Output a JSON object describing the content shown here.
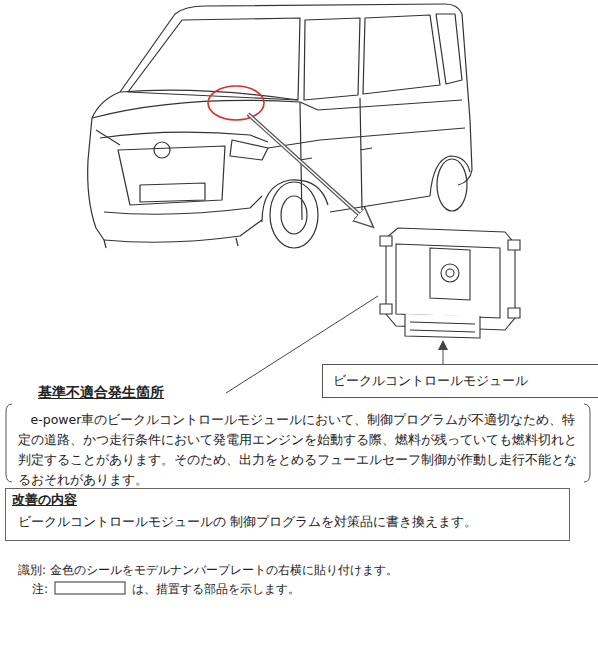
{
  "diagram": {
    "nodes": [
      {
        "text": [
          "ビークルコントロールモジュール"
        ]
      },
      {
        "text": [
          "基準不適合発生箇所",
          "e-power車のビークルコントロールモジュールにおいて、制御プログラムが不適切なため、特定の道路、かつ走行条件において発電用エンジンを始動する際、燃料が残っていても燃料切れと判定することがあります。そのため、出力をとめるフューエルセーフ制御が作動し走行不能となるおそれがあります。"
        ]
      },
      {
        "text": [
          "改善の内容",
          "ビークルコントロールモジュールの 制御プログラムを対策品に書き換えます。"
        ]
      }
    ],
    "labels": [
      "識別: 金色のシールをモデルナンバープレートの右横に貼り付けます。",
      "注:",
      "は、措置する部品を示します。"
    ]
  }
}
